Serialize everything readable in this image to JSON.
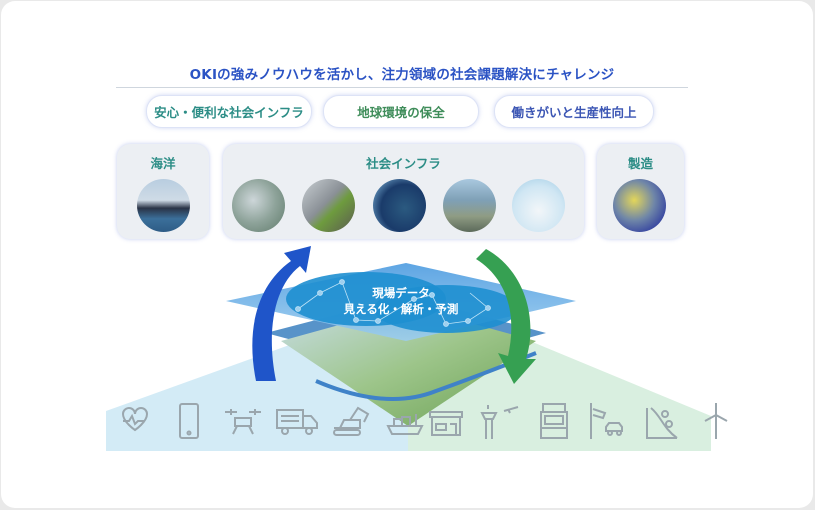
{
  "headline": "OKIの強みノウハウを活かし、注力領域の社会課題解決にチャレンジ",
  "goals": [
    {
      "label": "安心・便利な社会インフラ",
      "color": "#2c8d86"
    },
    {
      "label": "地球環境の保全",
      "color": "#3f8d5a"
    },
    {
      "label": "働きがいと生産性向上",
      "color": "#3c56b4"
    }
  ],
  "domains": [
    {
      "title": "海洋",
      "photos": [
        "container-ship"
      ]
    },
    {
      "title": "社会インフラ",
      "photos": [
        "city-aerial",
        "commuter-train",
        "control-room-operator",
        "highway-traffic",
        "medical-staff"
      ]
    },
    {
      "title": "製造",
      "photos": [
        "industrial-robot-arm"
      ]
    }
  ],
  "center": {
    "line1": "現場データ",
    "line2": "見える化・解析・予測"
  },
  "arrows": {
    "up_color": "#1f55c9",
    "down_color": "#36a052"
  },
  "field_icons_left": [
    "heart-monitor-icon",
    "smartphone-icon",
    "drone-icon",
    "truck-icon",
    "excavator-icon",
    "ship-icon"
  ],
  "field_icons_right": [
    "store-icon",
    "control-tower-airplane-icon",
    "atm-icon",
    "traffic-camera-car-icon",
    "landslide-icon",
    "wind-turbine-icon"
  ],
  "colors": {
    "left_zone": "#d3ebf6",
    "right_zone": "#d9efe0",
    "icon_stroke": "#9aa6ad"
  }
}
